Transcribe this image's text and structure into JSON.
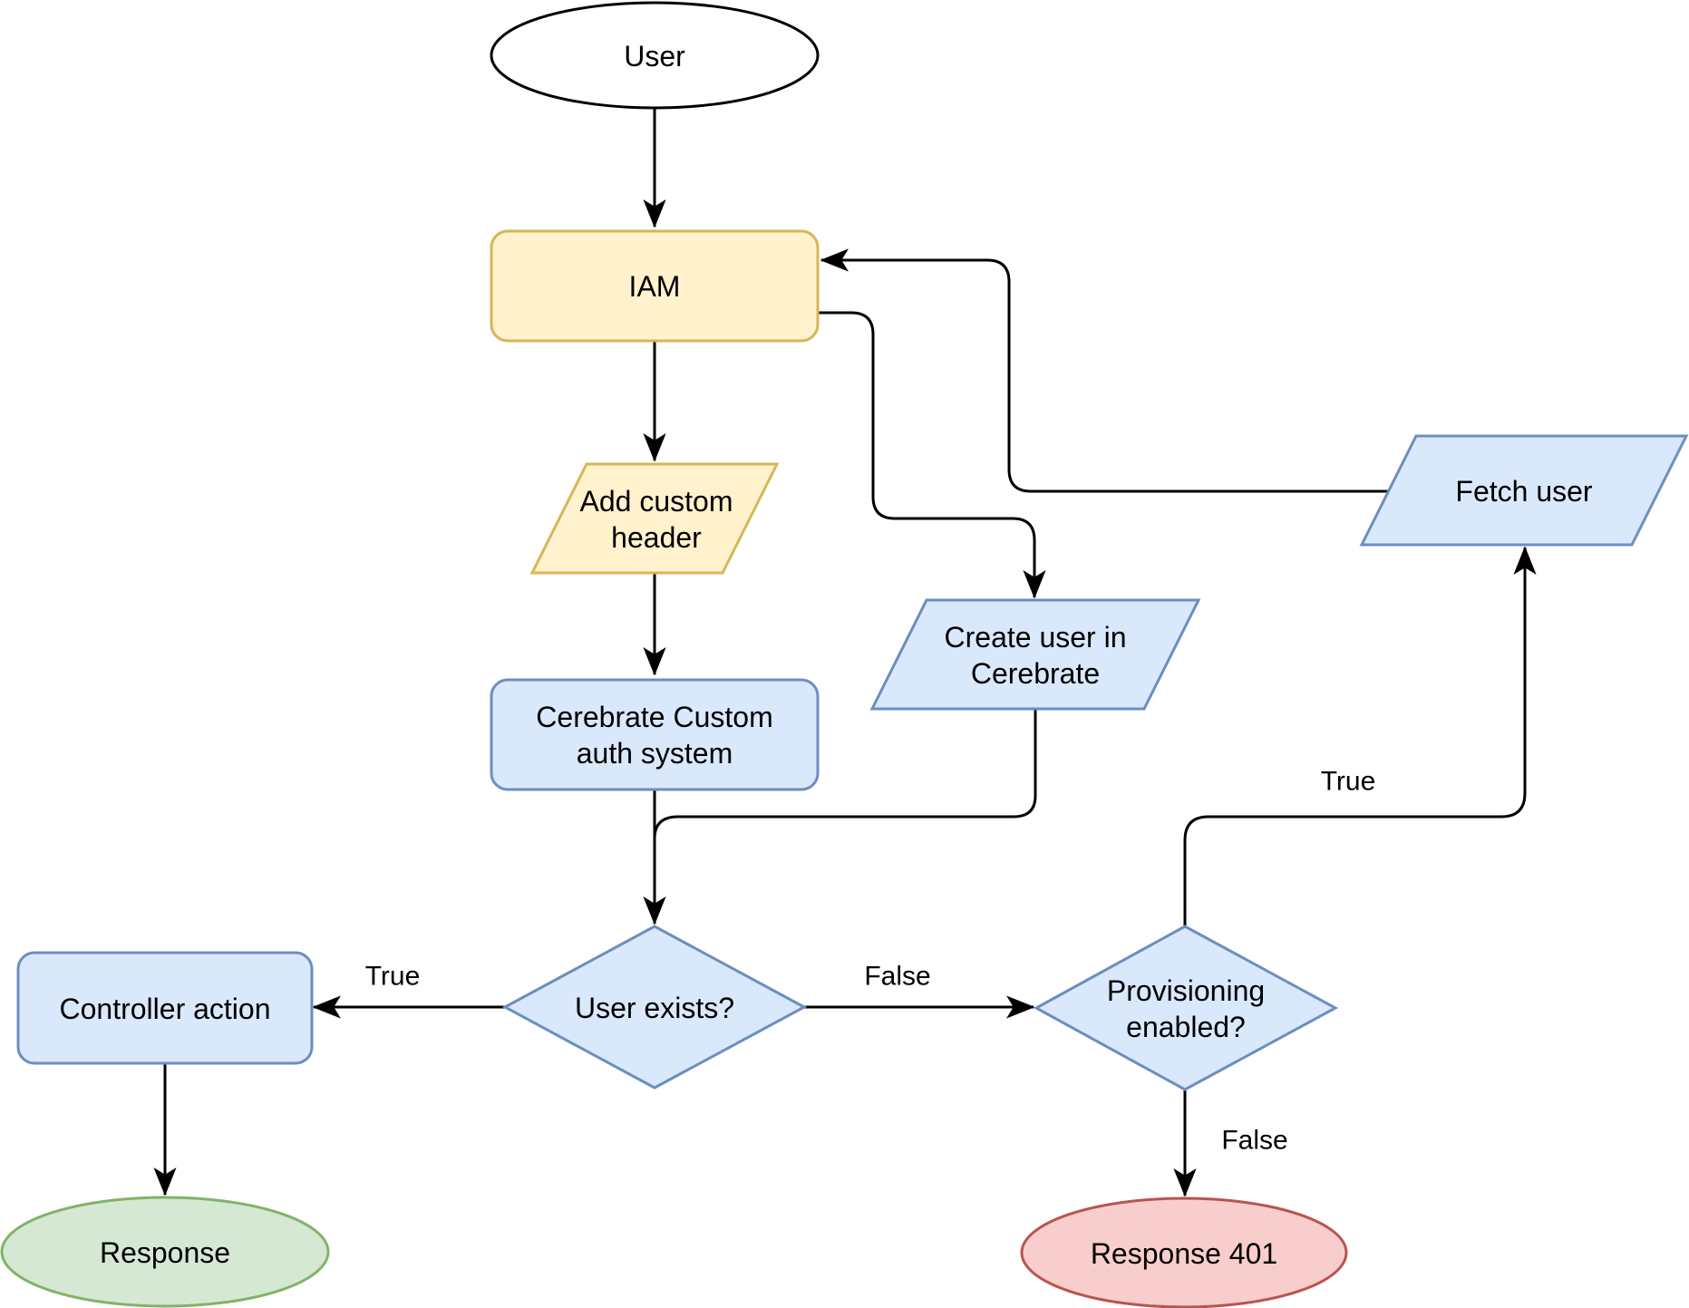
{
  "diagram": {
    "nodes": {
      "user": {
        "label": "User",
        "shape": "ellipse"
      },
      "iam": {
        "label": "IAM",
        "shape": "rounded-rectangle"
      },
      "add_custom_header": {
        "label_line1": "Add custom",
        "label_line2": "header",
        "shape": "parallelogram"
      },
      "cerebrate_auth": {
        "label_line1": "Cerebrate Custom",
        "label_line2": "auth system",
        "shape": "rounded-rectangle"
      },
      "create_user": {
        "label_line1": "Create user in",
        "label_line2": "Cerebrate",
        "shape": "parallelogram"
      },
      "fetch_user": {
        "label": "Fetch user",
        "shape": "parallelogram"
      },
      "user_exists": {
        "label": "User exists?",
        "shape": "diamond"
      },
      "provisioning_enabled": {
        "label_line1": "Provisioning",
        "label_line2": "enabled?",
        "shape": "diamond"
      },
      "controller_action": {
        "label": "Controller action",
        "shape": "rounded-rectangle"
      },
      "response": {
        "label": "Response",
        "shape": "ellipse"
      },
      "response_401": {
        "label": "Response 401",
        "shape": "ellipse"
      }
    },
    "edge_labels": {
      "user_exists_true": "True",
      "user_exists_false": "False",
      "provisioning_true": "True",
      "provisioning_false": "False"
    },
    "edges": [
      {
        "from": "user",
        "to": "iam",
        "label": ""
      },
      {
        "from": "iam",
        "to": "add_custom_header",
        "label": ""
      },
      {
        "from": "add_custom_header",
        "to": "cerebrate_auth",
        "label": ""
      },
      {
        "from": "cerebrate_auth",
        "to": "user_exists",
        "label": ""
      },
      {
        "from": "user_exists",
        "to": "controller_action",
        "label": "True"
      },
      {
        "from": "controller_action",
        "to": "response",
        "label": ""
      },
      {
        "from": "user_exists",
        "to": "provisioning_enabled",
        "label": "False"
      },
      {
        "from": "provisioning_enabled",
        "to": "response_401",
        "label": "False"
      },
      {
        "from": "provisioning_enabled",
        "to": "fetch_user",
        "label": "True"
      },
      {
        "from": "fetch_user",
        "to": "iam",
        "label": ""
      },
      {
        "from": "iam",
        "to": "create_user",
        "label": ""
      },
      {
        "from": "create_user",
        "to": "user_exists",
        "label": ""
      }
    ],
    "colors": {
      "line": "#000000",
      "white_fill": "#FFFFFF",
      "black_stroke": "#000000",
      "yellow_fill": "#FFF2CC",
      "yellow_stroke": "#D6B656",
      "blue_fill": "#DAE8FC",
      "blue_stroke": "#6C8EBF",
      "green_fill": "#D5E8D4",
      "green_stroke": "#82B366",
      "red_fill": "#F8CECC",
      "red_stroke": "#B85450"
    }
  }
}
